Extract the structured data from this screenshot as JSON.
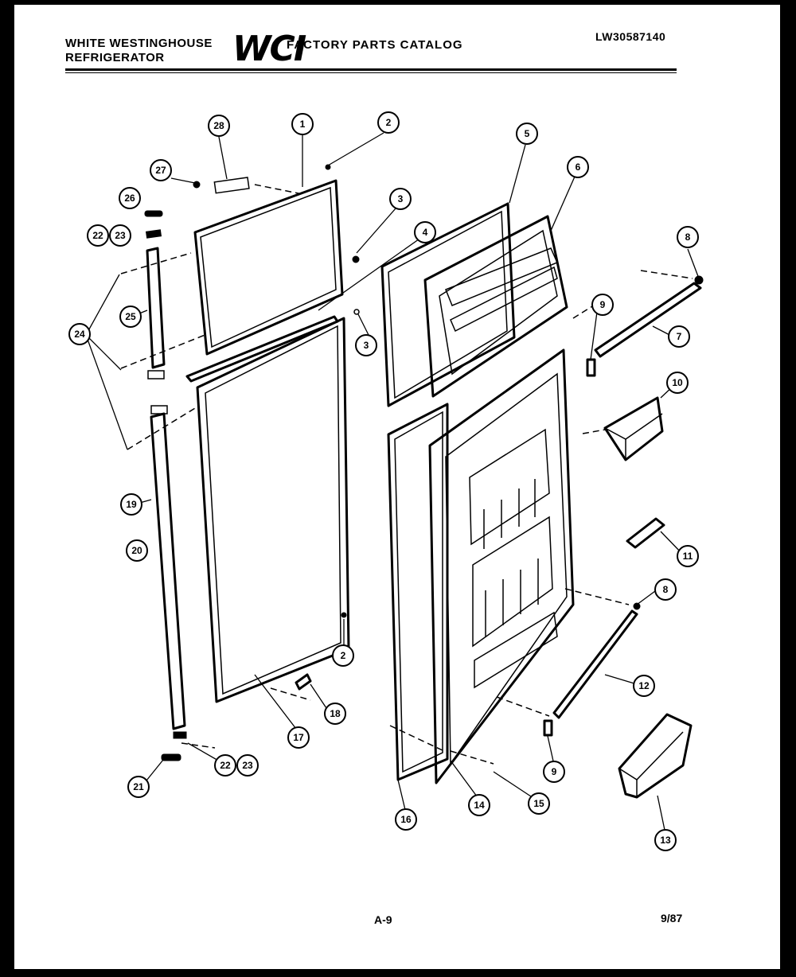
{
  "header": {
    "brand_line1": "WHITE WESTINGHOUSE",
    "brand_line2": "REFRIGERATOR",
    "logo_text": "WCI",
    "catalog_title": "FACTORY PARTS CATALOG",
    "model_number": "LW30587140"
  },
  "footer": {
    "page_ref": "A-9",
    "date_code": "9/87"
  },
  "callouts": [
    {
      "label": "28"
    },
    {
      "label": "1"
    },
    {
      "label": "2"
    },
    {
      "label": "27"
    },
    {
      "label": "26"
    },
    {
      "label": "22"
    },
    {
      "label": "23"
    },
    {
      "label": "3"
    },
    {
      "label": "4"
    },
    {
      "label": "25"
    },
    {
      "label": "24"
    },
    {
      "label": "3"
    },
    {
      "label": "5"
    },
    {
      "label": "6"
    },
    {
      "label": "8"
    },
    {
      "label": "9"
    },
    {
      "label": "7"
    },
    {
      "label": "10"
    },
    {
      "label": "19"
    },
    {
      "label": "20"
    },
    {
      "label": "11"
    },
    {
      "label": "8"
    },
    {
      "label": "2"
    },
    {
      "label": "12"
    },
    {
      "label": "18"
    },
    {
      "label": "17"
    },
    {
      "label": "9"
    },
    {
      "label": "22"
    },
    {
      "label": "23"
    },
    {
      "label": "21"
    },
    {
      "label": "14"
    },
    {
      "label": "15"
    },
    {
      "label": "16"
    },
    {
      "label": "13"
    }
  ]
}
